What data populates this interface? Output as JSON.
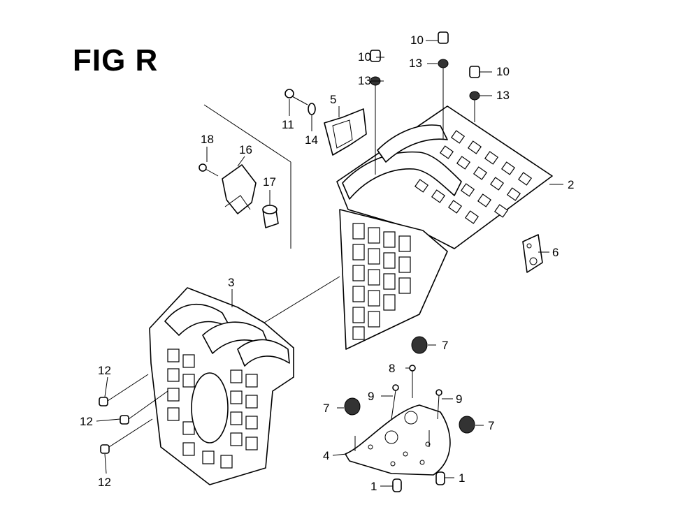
{
  "figure": {
    "title": "FIG R"
  },
  "callouts": {
    "c1a": "1",
    "c1b": "1",
    "c2": "2",
    "c3": "3",
    "c4": "4",
    "c5": "5",
    "c6": "6",
    "c7a": "7",
    "c7b": "7",
    "c7c": "7",
    "c8": "8",
    "c9a": "9",
    "c9b": "9",
    "c10a": "10",
    "c10b": "10",
    "c10c": "10",
    "c11": "11",
    "c12a": "12",
    "c12b": "12",
    "c12c": "12",
    "c13a": "13",
    "c13b": "13",
    "c13c": "13",
    "c14": "14",
    "c16": "16",
    "c17": "17",
    "c18": "18"
  }
}
